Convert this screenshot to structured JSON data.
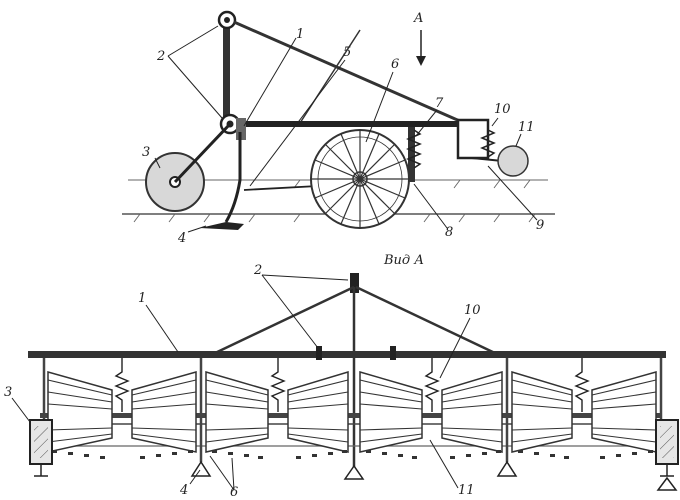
{
  "side_view": {
    "view_arrow_label": "A",
    "callouts": {
      "frame": "1",
      "hitch": "2",
      "support_wheel": "3",
      "sweep_share": "4",
      "traction": "5",
      "disc_rotor": "6",
      "spring": "7",
      "bracket": "8",
      "housing": "9",
      "spring_rear": "10",
      "roller": "11"
    }
  },
  "plan_view": {
    "title": "Вид А",
    "callouts": {
      "frame": "1",
      "hitch": "2",
      "support_wheel": "3",
      "sweep_shares": "4",
      "discs": "6",
      "spring": "10",
      "roller": "11"
    }
  }
}
